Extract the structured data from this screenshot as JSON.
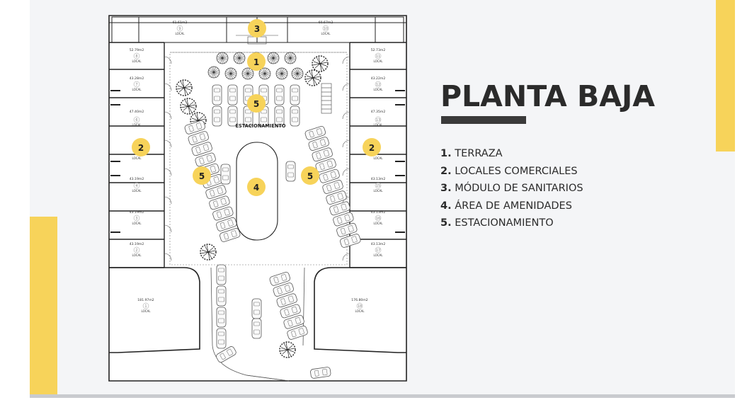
{
  "colors": {
    "accent": "#f7d35a",
    "title": "#2b2b2b",
    "underline": "#3a3a3a",
    "background": "#f4f5f7"
  },
  "title": "PLANTA BAJA",
  "legend": [
    {
      "num": "1.",
      "label": "TERRAZA"
    },
    {
      "num": "2.",
      "label": "LOCALES COMERCIALES"
    },
    {
      "num": "3.",
      "label": "MÓDULO DE SANITARIOS"
    },
    {
      "num": "4.",
      "label": "ÁREA DE AMENIDADES"
    },
    {
      "num": "5.",
      "label": "ESTACIONAMIENTO"
    }
  ],
  "plan": {
    "parking_label": "ESTACIONAMIENTO",
    "local_word": "LOCAL",
    "units": [
      {
        "id": "unit-9",
        "area": "61.61m2",
        "num": "9"
      },
      {
        "id": "unit-10",
        "area": "60.67m2",
        "num": "10"
      },
      {
        "id": "unit-8",
        "area": "52.79m2",
        "num": "8"
      },
      {
        "id": "unit-7",
        "area": "43.28m2",
        "num": "7"
      },
      {
        "id": "unit-6",
        "area": "47.40m2",
        "num": "6"
      },
      {
        "id": "unit-5",
        "area": "",
        "num": ""
      },
      {
        "id": "unit-4",
        "area": "43.19m2",
        "num": "4"
      },
      {
        "id": "unit-3",
        "area": "43.19m2",
        "num": "3"
      },
      {
        "id": "unit-2",
        "area": "43.19m2",
        "num": "2"
      },
      {
        "id": "unit-11",
        "area": "52.73m2",
        "num": "11"
      },
      {
        "id": "unit-12",
        "area": "43.22m2",
        "num": "12"
      },
      {
        "id": "unit-13",
        "area": "47.35m2",
        "num": "13"
      },
      {
        "id": "unit-14",
        "area": "",
        "num": ""
      },
      {
        "id": "unit-15",
        "area": "43.13m2",
        "num": "15"
      },
      {
        "id": "unit-16",
        "area": "43.13m2",
        "num": "16"
      },
      {
        "id": "unit-17",
        "area": "43.13m2",
        "num": "17"
      },
      {
        "id": "unit-1",
        "area": "181.97m2",
        "num": "1"
      },
      {
        "id": "unit-18",
        "area": "176.80m2",
        "num": "18"
      }
    ],
    "markers": [
      {
        "id": "marker-sanitarios",
        "label": "3"
      },
      {
        "id": "marker-terraza",
        "label": "1"
      },
      {
        "id": "marker-parking-top",
        "label": "5"
      },
      {
        "id": "marker-locales-left",
        "label": "2"
      },
      {
        "id": "marker-locales-right",
        "label": "2"
      },
      {
        "id": "marker-parking-left",
        "label": "5"
      },
      {
        "id": "marker-amenidades",
        "label": "4"
      },
      {
        "id": "marker-parking-right",
        "label": "5"
      }
    ]
  }
}
